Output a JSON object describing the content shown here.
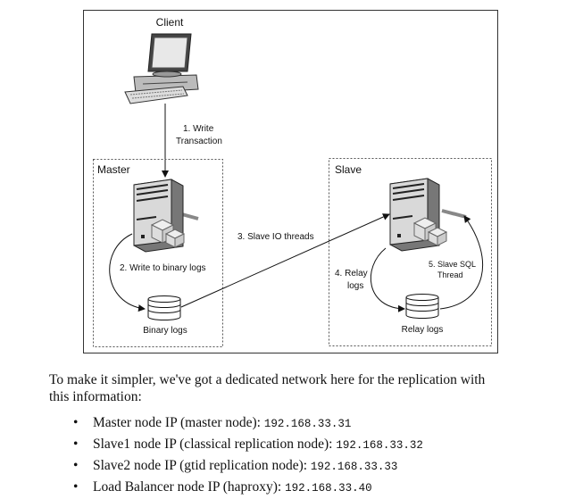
{
  "diagram": {
    "client_label": "Client",
    "write_txn_line1": "1. Write",
    "write_txn_line2": "Transaction",
    "master_label": "Master",
    "slave_label": "Slave",
    "write_binlog_label": "2. Write to binary logs",
    "io_threads_label": "3. Slave IO threads",
    "relay_logs_line1": "4. Relay",
    "relay_logs_line2": "logs",
    "sql_thread_line1": "5. Slave SQL",
    "sql_thread_line2": "Thread",
    "binary_logs_label": "Binary logs",
    "relay_logs_label": "Relay logs"
  },
  "paragraph": {
    "line1": "To make it simpler, we've got a dedicated network here for the replication with",
    "line2": "this information:"
  },
  "bullets": [
    {
      "label": "Master node IP (master node): ",
      "ip": "192.168.33.31"
    },
    {
      "label": "Slave1 node IP (classical replication node): ",
      "ip": "192.168.33.32"
    },
    {
      "label": "Slave2 node IP (gtid replication node): ",
      "ip": "192.168.33.33"
    },
    {
      "label": "Load Balancer node IP (haproxy): ",
      "ip": "192.168.33.40"
    }
  ]
}
